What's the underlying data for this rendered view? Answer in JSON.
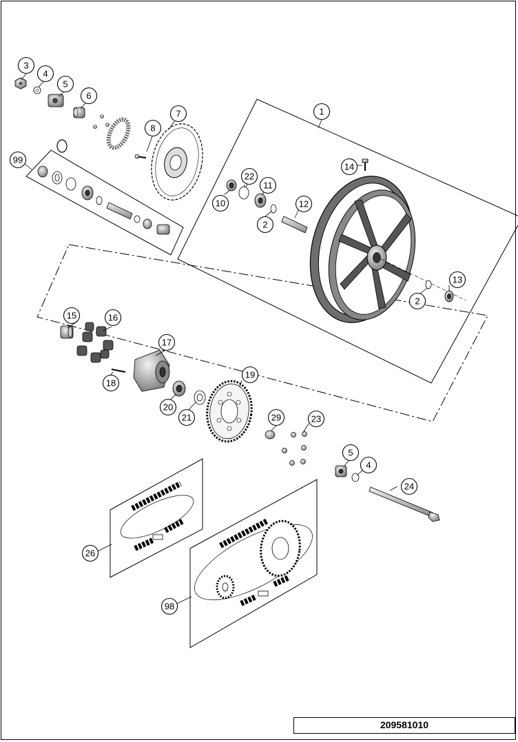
{
  "document_number": "209581010",
  "callouts": [
    {
      "id": "c1",
      "text": "1"
    },
    {
      "id": "c2a",
      "text": "2"
    },
    {
      "id": "c2b",
      "text": "2"
    },
    {
      "id": "c3",
      "text": "3"
    },
    {
      "id": "c4a",
      "text": "4"
    },
    {
      "id": "c4b",
      "text": "4"
    },
    {
      "id": "c5a",
      "text": "5"
    },
    {
      "id": "c5b",
      "text": "5"
    },
    {
      "id": "c6",
      "text": "6"
    },
    {
      "id": "c7",
      "text": "7"
    },
    {
      "id": "c8",
      "text": "8"
    },
    {
      "id": "c10",
      "text": "10"
    },
    {
      "id": "c11",
      "text": "11"
    },
    {
      "id": "c12",
      "text": "12"
    },
    {
      "id": "c13",
      "text": "13"
    },
    {
      "id": "c14",
      "text": "14"
    },
    {
      "id": "c15",
      "text": "15"
    },
    {
      "id": "c16",
      "text": "16"
    },
    {
      "id": "c17",
      "text": "17"
    },
    {
      "id": "c18",
      "text": "18"
    },
    {
      "id": "c19",
      "text": "19"
    },
    {
      "id": "c20",
      "text": "20"
    },
    {
      "id": "c21",
      "text": "21"
    },
    {
      "id": "c22",
      "text": "22"
    },
    {
      "id": "c23",
      "text": "23"
    },
    {
      "id": "c24",
      "text": "24"
    },
    {
      "id": "c26",
      "text": "26"
    },
    {
      "id": "c29",
      "text": "29"
    },
    {
      "id": "c98",
      "text": "98"
    },
    {
      "id": "c99",
      "text": "99"
    }
  ]
}
